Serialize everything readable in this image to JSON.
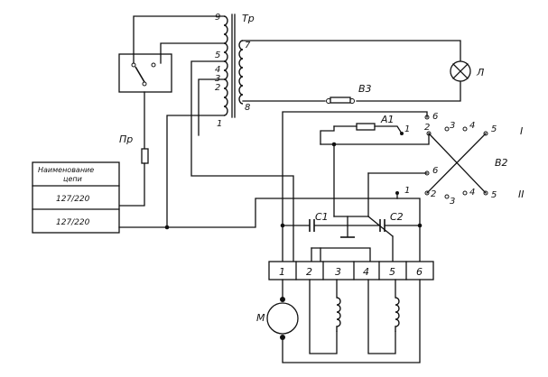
{
  "transformer": {
    "label": "Тр",
    "taps": [
      "9",
      "5",
      "4",
      "3",
      "2",
      "1"
    ],
    "secondary_taps": [
      "7",
      "8"
    ]
  },
  "components": {
    "fuse": "Пр",
    "switch_b3": "В3",
    "lamp": "Л",
    "resistor": "А1",
    "switch_b2": "В2",
    "cap1": "С1",
    "cap2": "С2",
    "motor": "М"
  },
  "switch_b2": {
    "row_I": "I",
    "row_II": "II",
    "row1_contacts": [
      "6",
      "1",
      "2",
      "3",
      "4",
      "5"
    ],
    "row2_contacts": [
      "6",
      "1",
      "2",
      "3",
      "4",
      "5"
    ]
  },
  "table": {
    "header": "Наименование цепи",
    "row1": "127/220",
    "row2": "127/220"
  },
  "terminal_block": [
    "1",
    "2",
    "3",
    "4",
    "5",
    "6"
  ]
}
